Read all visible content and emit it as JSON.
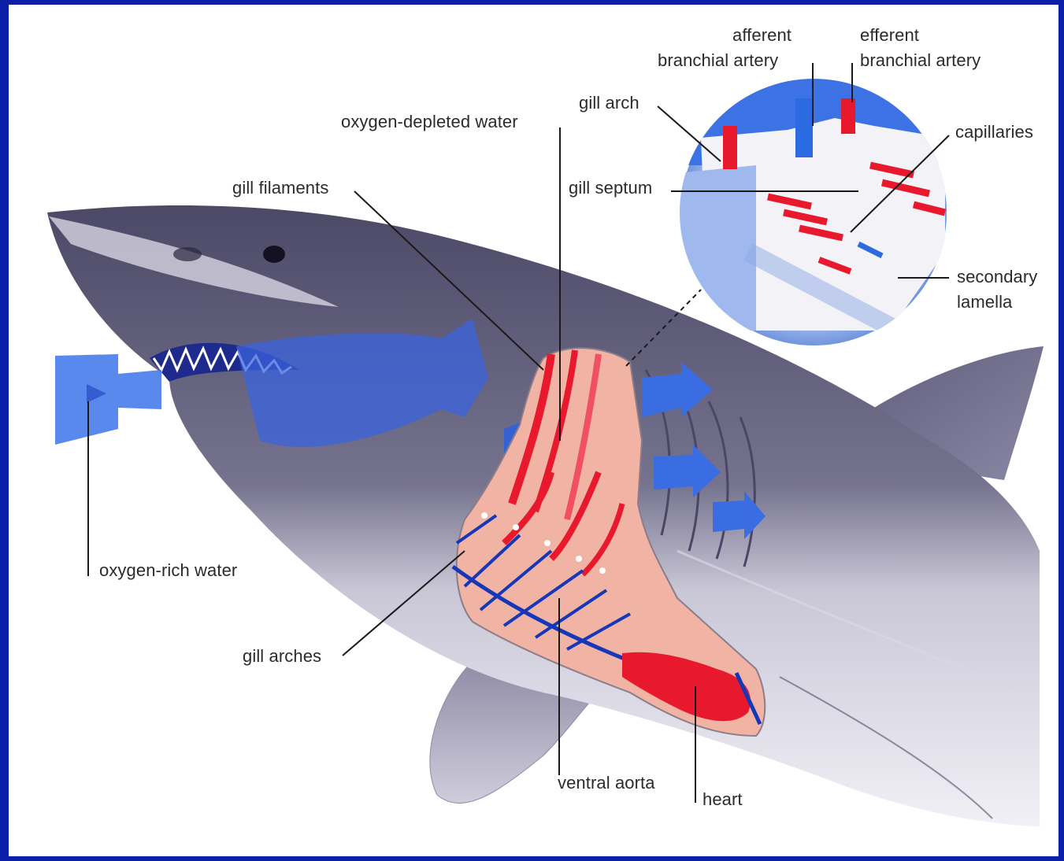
{
  "diagram": {
    "labels": {
      "afferent_line1": "afferent",
      "afferent_line2": "branchial artery",
      "efferent_line1": "efferent",
      "efferent_line2": "branchial artery",
      "gill_arch": "gill arch",
      "capillaries": "capillaries",
      "oxygen_depleted_water": "oxygen-depleted water",
      "gill_septum": "gill septum",
      "gill_filaments": "gill filaments",
      "secondary_line1": "secondary",
      "secondary_line2": "lamella",
      "oxygen_rich_water": "oxygen-rich water",
      "gill_arches": "gill arches",
      "ventral_aorta": "ventral aorta",
      "heart": "heart"
    },
    "colors": {
      "frame": "#0b1fa8",
      "shark_dorsal": "#5d5a78",
      "shark_belly": "#e6e4ee",
      "water_arrow": "#2f5fd8",
      "blood_red": "#e8192c",
      "vessel_blue": "#1537b8",
      "gill_chamber": "#f2b7a6"
    }
  }
}
